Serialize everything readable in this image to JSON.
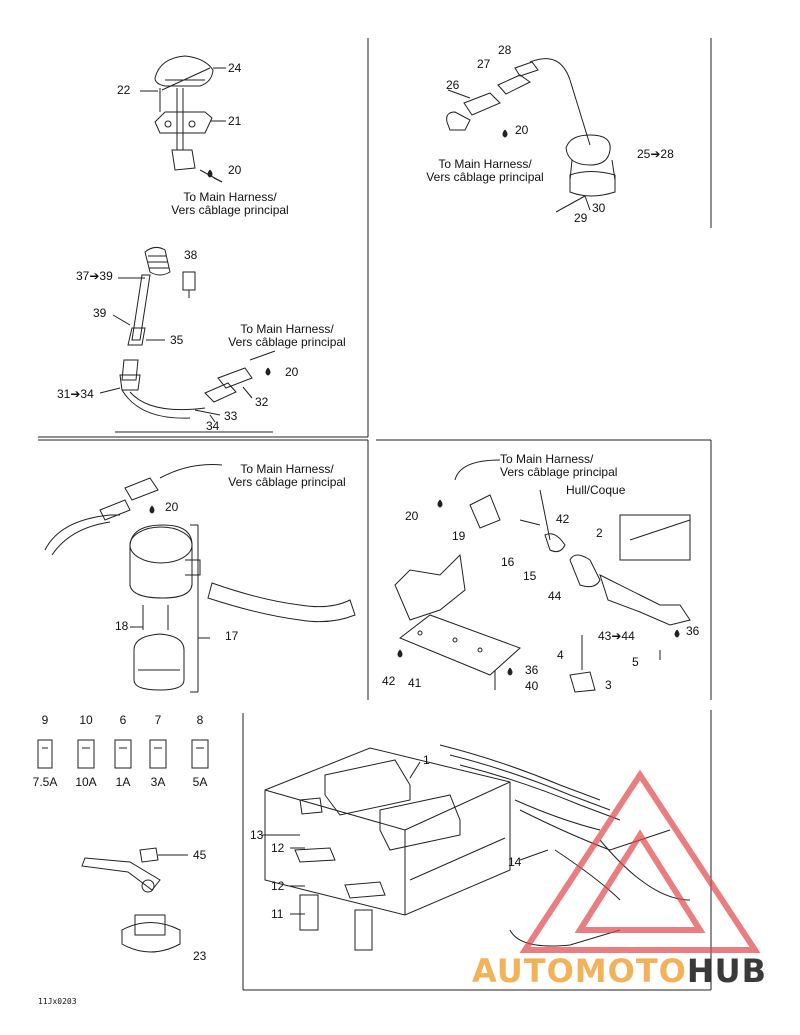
{
  "notes": {
    "to_main_harness_en": "To Main Harness/",
    "to_main_harness_fr": "Vers câblage principal",
    "hull": "Hull/Coque"
  },
  "callouts": {
    "p22": "22",
    "p24": "24",
    "p21": "21",
    "p20a": "20",
    "p28": "28",
    "p27": "27",
    "p26": "26",
    "p20b": "20",
    "p25_28": "25➔28",
    "p30": "30",
    "p29": "29",
    "p38": "38",
    "p37_39": "37➔39",
    "p39": "39",
    "p35": "35",
    "p31_34": "31➔34",
    "p20c": "20",
    "p32": "32",
    "p33": "33",
    "p34": "34",
    "p20d": "20",
    "p18": "18",
    "p17": "17",
    "p20e": "20",
    "p19": "19",
    "p42a": "42",
    "p2": "2",
    "p16": "16",
    "p15": "15",
    "p44": "44",
    "p43_44": "43➔44",
    "p36a": "36",
    "p5": "5",
    "p4": "4",
    "p3": "3",
    "p36b": "36",
    "p40": "40",
    "p41": "41",
    "p42b": "42",
    "p9": "9",
    "p10": "10",
    "p6": "6",
    "p7": "7",
    "p8": "8",
    "p1": "1",
    "p13": "13",
    "p12a": "12",
    "p12b": "12",
    "p11": "11",
    "p14": "14",
    "p45": "45",
    "p23": "23"
  },
  "fuses": [
    {
      "part": "9",
      "rating": "7.5A"
    },
    {
      "part": "10",
      "rating": "10A"
    },
    {
      "part": "6",
      "rating": "1A"
    },
    {
      "part": "7",
      "rating": "3A"
    },
    {
      "part": "8",
      "rating": "5A"
    }
  ],
  "drawing_code": "11Jx0203",
  "watermark": {
    "part1": "AUTOMOTO",
    "part2": "HUB",
    "color1": "#f2b25a",
    "color2": "#3a3a3a",
    "triangle": "#e0474a"
  }
}
